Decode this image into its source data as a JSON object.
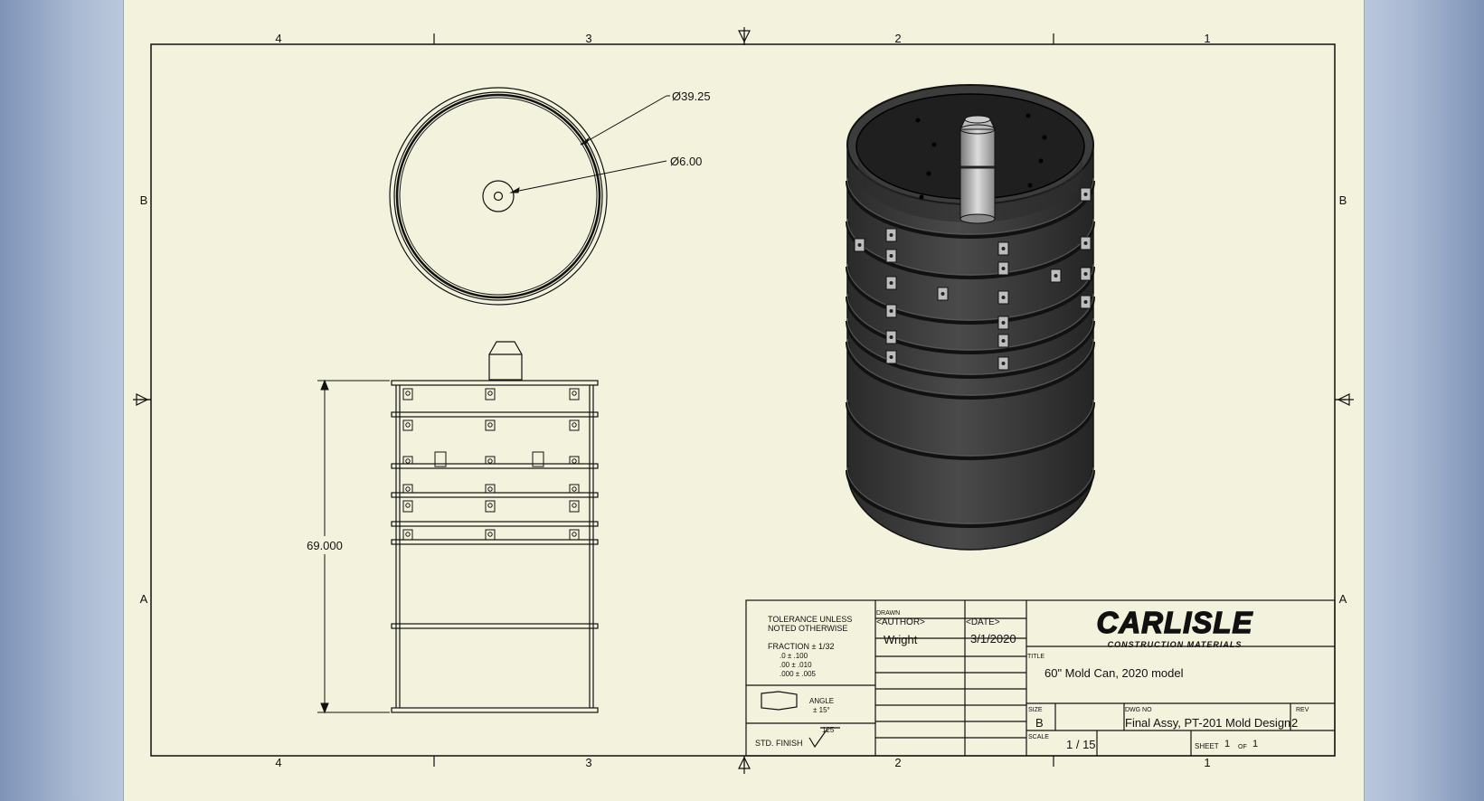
{
  "zones": {
    "columns": [
      "4",
      "3",
      "2",
      "1"
    ],
    "rows": [
      "B",
      "A"
    ]
  },
  "dimensions": {
    "outer_diameter": "Ø39.25",
    "hub_diameter": "Ø6.00",
    "height": "69.000"
  },
  "title_block": {
    "tolerance_heading_1": "TOLERANCE UNLESS",
    "tolerance_heading_2": "NOTED OTHERWISE",
    "fraction": "FRACTION ± 1/32",
    "tol_1": ".0 ± .100",
    "tol_2": ".00 ± .010",
    "tol_3": ".000 ± .005",
    "angle_label": "ANGLE",
    "angle_tol": "± 15°",
    "std_finish_label": "STD. FINISH",
    "finish_value": "125",
    "drawn_label": "DRAWN",
    "author_placeholder": "<AUTHOR>",
    "date_placeholder": "<DATE>",
    "author": "Wright",
    "date": "3/1/2020",
    "company": "CARLISLE",
    "company_sub": "CONSTRUCTION MATERIALS",
    "title_label": "TITLE",
    "title": "60\" Mold Can, 2020 model",
    "size_label": "SIZE",
    "size": "B",
    "dwg_no_label": "DWG NO",
    "dwg_no": "Final Assy, PT-201 Mold Design",
    "rev_label": "REV",
    "rev": "2",
    "scale_label": "SCALE",
    "scale": "1 / 15",
    "sheet_label": "SHEET",
    "sheet": "1",
    "of_label": "OF",
    "sheet_total": "1"
  },
  "colors": {
    "paper": "#f3f2dc",
    "background": "#b9c7dc",
    "line": "#111111",
    "shaded_body": "#3a3a3a"
  }
}
